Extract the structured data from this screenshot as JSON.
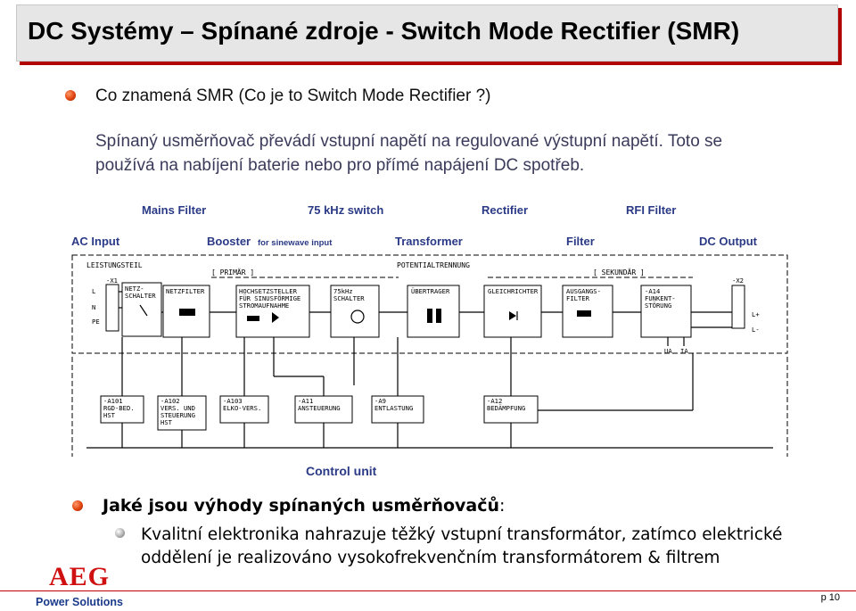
{
  "title": "DC Systémy – Spínané zdroje - Switch Mode Rectifier (SMR)",
  "bullet1": "Co znamená SMR (Co je to Switch Mode Rectifier ?)",
  "paragraph_line1": "Spínaný usměrňovač převádí vstupní napětí na regulované výstupní napětí. Toto se",
  "paragraph_line2": "používá na nabíjení baterie nebo pro přímé napájení DC spotřeb.",
  "diagram": {
    "top_labels": [
      "Mains Filter",
      "75 kHz switch",
      "Rectifier",
      "RFI Filter"
    ],
    "second_labels": {
      "ac_input": "AC Input",
      "booster": "Booster",
      "booster_note": "for sinewave input",
      "transformer": "Transformer",
      "filter": "Filter",
      "dc_output": "DC Output"
    },
    "header_left": "LEISTUNGSTEIL",
    "header_primar": "[ PRIMÄR ]",
    "header_potential": "POTENTIALTRENNUNG",
    "header_sekundar": "[ SEKUNDÄR ]",
    "terminals_left": [
      "-X1",
      "L",
      "N",
      "PE"
    ],
    "terminals_right": [
      "-X2",
      "L+",
      "L-"
    ],
    "blocks": [
      "NETZ-\nSCHALTER",
      "NETZFILTER",
      "HOCHSETZSTELLER\nFÜR SINUSFÖRMIGE\nSTROMAUFNAHME",
      "75kHz\nSCHALTER",
      "ÜBERTRAGER",
      "GLEICHRICHTER",
      "AUSGANGS-\nFILTER",
      "-A14\nFUNKENT-\nSTÖRUNG"
    ],
    "meter_labels": [
      "UA",
      "IA"
    ],
    "control_blocks": [
      "-A101\nRGD-BED.\nHST",
      "-A102\nVERS. UND\nSTEUERUNG\nHST",
      "-A103\nELKO-VERS.",
      "-A11\nANSTEUERUNG",
      "-A9\nENTLASTUNG",
      "-A12\nBEDÄMPFUNG"
    ],
    "control_unit": "Control unit",
    "label_color": "#2b3a86"
  },
  "section2_title": "Jaké jsou výhody spínaných usměrňovačů",
  "section2_colon": ":",
  "sub_line1": "Kvalitní elektronika nahrazuje těžký vstupní transformátor, zatímco elektrické",
  "sub_line2": "oddělení je realizováno vysokofrekvenčním transformátorem & filtrem",
  "logo": "AEG",
  "logo_sub": "Power Solutions",
  "page_number": "p 10"
}
